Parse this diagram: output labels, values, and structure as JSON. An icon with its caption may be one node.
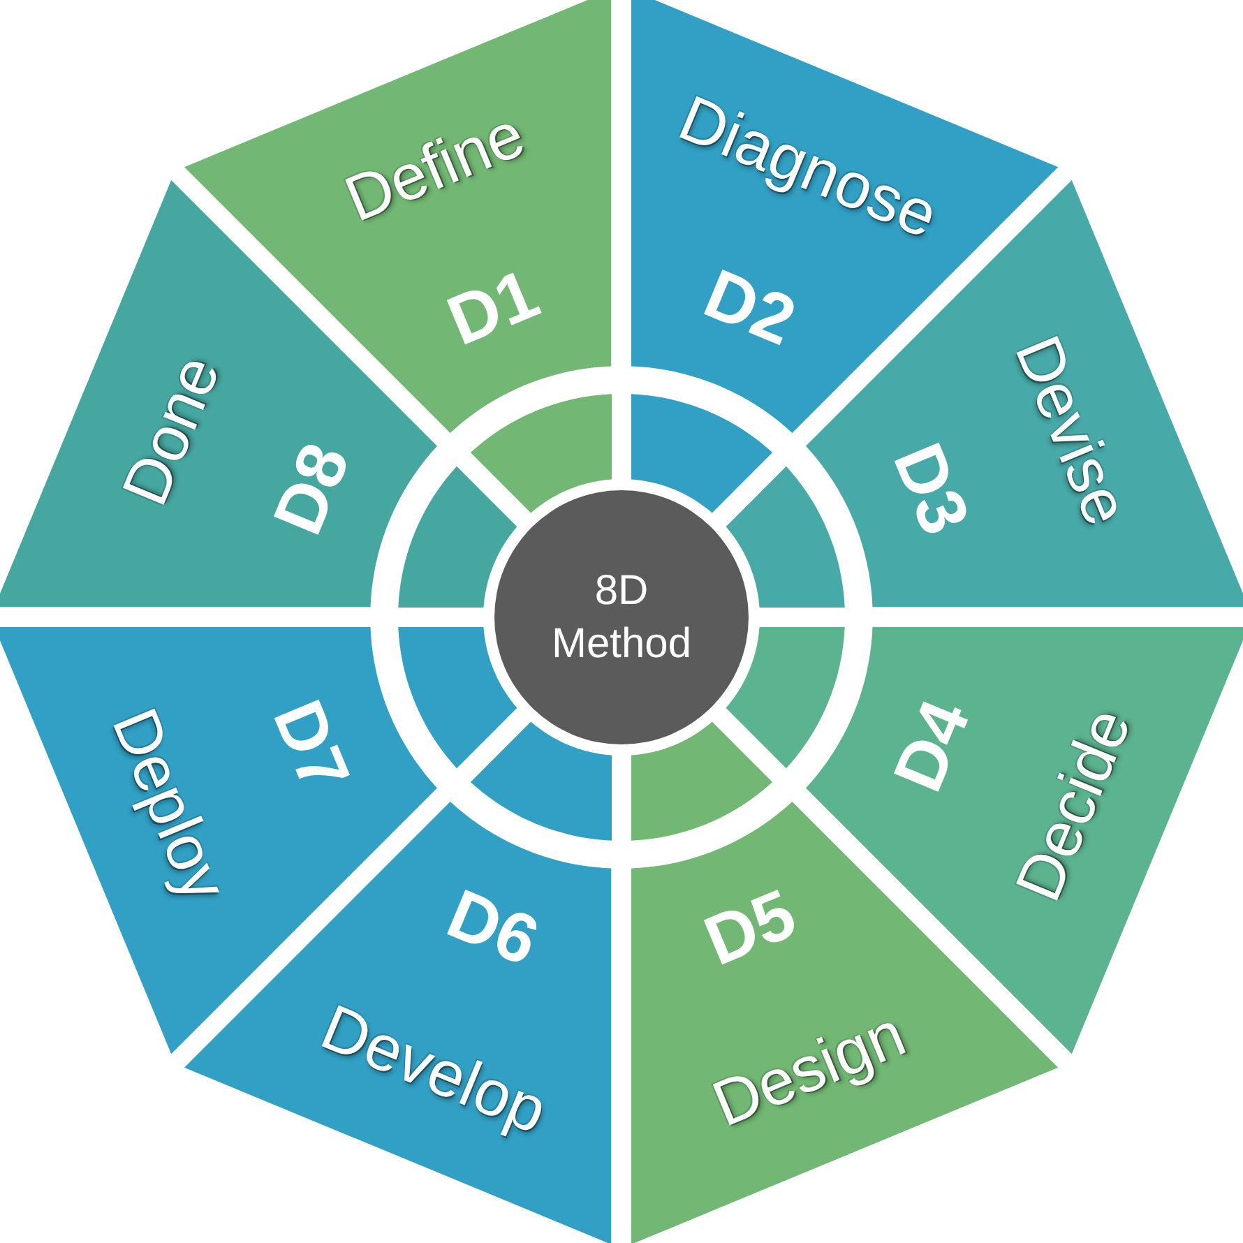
{
  "diagram": {
    "nodes": [
      {
        "text": [
          "Define",
          "D1"
        ]
      },
      {
        "text": [
          "Diagnose",
          "D2"
        ]
      },
      {
        "text": [
          "Devise",
          "D3"
        ]
      },
      {
        "text": [
          "Decide",
          "D4"
        ]
      },
      {
        "text": [
          "Design",
          "D5"
        ]
      },
      {
        "text": [
          "Develop",
          "D6"
        ]
      },
      {
        "text": [
          "Deploy",
          "D7"
        ]
      },
      {
        "text": [
          "Done",
          "D8"
        ]
      },
      {
        "text": [
          "8D Method"
        ]
      }
    ]
  }
}
